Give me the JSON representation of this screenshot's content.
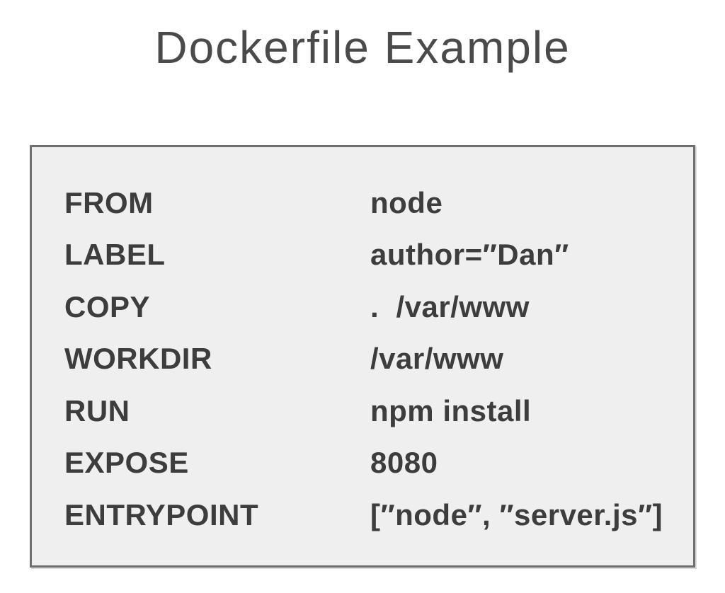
{
  "title": "Dockerfile Example",
  "colors": {
    "page_background": "#ffffff",
    "box_background": "#efefef",
    "box_border": "#6f6f6f",
    "text": "#3d3d3d",
    "title_text": "#4a4a4a"
  },
  "box": {
    "rows": [
      {
        "instruction": "FROM",
        "argument": "node"
      },
      {
        "instruction": "LABEL",
        "argument": "author=″Dan″"
      },
      {
        "instruction": "COPY",
        "argument": ".  /var/www"
      },
      {
        "instruction": "WORKDIR",
        "argument": "/var/www"
      },
      {
        "instruction": "RUN",
        "argument": "npm install"
      },
      {
        "instruction": "EXPOSE",
        "argument": "8080"
      },
      {
        "instruction": "ENTRYPOINT",
        "argument": "[″node″, ″server.js″]"
      }
    ]
  }
}
